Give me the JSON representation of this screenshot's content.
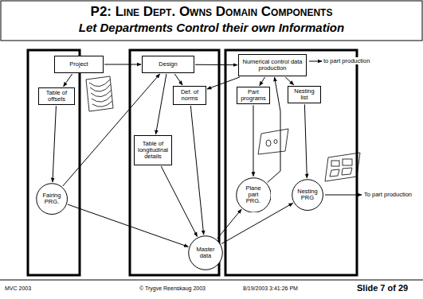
{
  "diagram": {
    "title": "P2: Line Dept. Owns Domain Components",
    "nodes": [
      {
        "text": [
          "Project"
        ]
      },
      {
        "text": [
          "Design"
        ]
      },
      {
        "text": [
          "Numerical control data production"
        ]
      },
      {
        "text": [
          "Table of offsets"
        ]
      },
      {
        "text": [
          "Def. of norms"
        ]
      },
      {
        "text": [
          "Part programs"
        ]
      },
      {
        "text": [
          "Nesting list"
        ]
      },
      {
        "text": [
          "Table of longitudinal details"
        ]
      },
      {
        "text": [
          "Fairing PRG."
        ]
      },
      {
        "text": [
          "Plane part PRG."
        ]
      },
      {
        "text": [
          "Nesting PRG"
        ]
      },
      {
        "text": [
          "Master data"
        ]
      }
    ],
    "edges": [
      {
        "from": 0,
        "to": 1,
        "arrow": "to"
      },
      {
        "from": 1,
        "to": 2,
        "arrow": "to"
      },
      {
        "from": 0,
        "to": 3,
        "arrow": "to"
      },
      {
        "from": 3,
        "to": 8,
        "arrow": "to"
      },
      {
        "from": 8,
        "to": 1,
        "arrow": "to"
      },
      {
        "from": 1,
        "to": 4,
        "arrow": "to"
      },
      {
        "from": 2,
        "to": 4,
        "arrow": "to"
      },
      {
        "from": 1,
        "to": 7,
        "arrow": "to"
      },
      {
        "from": 7,
        "to": 11,
        "arrow": "to"
      },
      {
        "from": 4,
        "to": 11,
        "arrow": "to"
      },
      {
        "from": 8,
        "to": 11,
        "arrow": "to"
      },
      {
        "from": 11,
        "to": 9,
        "arrow": "to"
      },
      {
        "from": 11,
        "to": 10,
        "arrow": "to"
      },
      {
        "from": 2,
        "to": 5,
        "arrow": "to"
      },
      {
        "from": 2,
        "to": 6,
        "arrow": "to"
      },
      {
        "from": 5,
        "to": 9,
        "arrow": "to"
      },
      {
        "from": 6,
        "to": 10,
        "arrow": "to"
      },
      {
        "from": 9,
        "to": 2,
        "arrow": "to"
      }
    ],
    "labels": [
      "Let Departments Control their own Information",
      "to part production",
      "To part production",
      "MVC 2003",
      "© Trygve Reenskaug 2003",
      "8/19/2003 3:41:26 PM",
      "Slide 7 of 29"
    ]
  }
}
